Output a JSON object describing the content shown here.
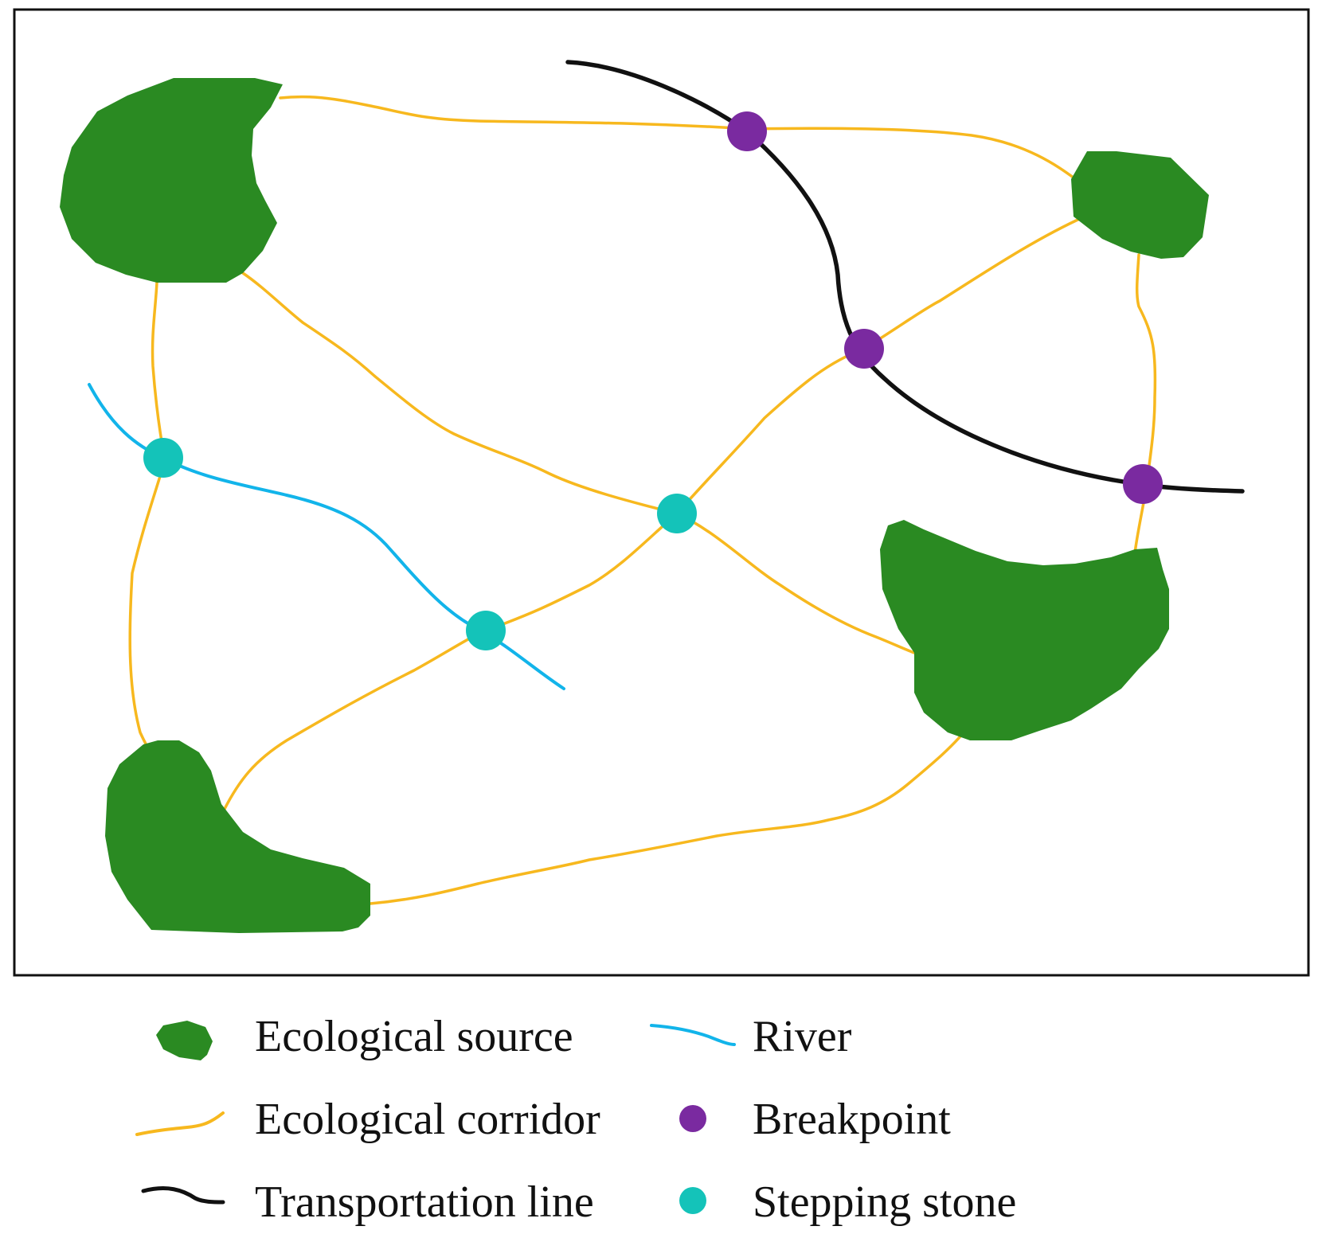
{
  "colors": {
    "source": "#2a8a22",
    "corridor": "#f7b81e",
    "transport": "#111111",
    "river": "#12b4ea",
    "breakpoint": "#7a2aa0",
    "stepping_stone": "#14c3b9",
    "frame": "#111111",
    "background": "#ffffff"
  },
  "legend": {
    "ecological_source": "Ecological source",
    "ecological_corridor": "Ecological corridor",
    "transportation_line": "Transportation line",
    "river": "River",
    "breakpoint": "Breakpoint",
    "stepping_stone": "Stepping stone"
  },
  "icons": {
    "source": "green-patch-icon",
    "corridor": "yellow-line-icon",
    "transport": "black-line-icon",
    "river": "blue-line-icon",
    "breakpoint": "purple-dot-icon",
    "stepping_stone": "teal-dot-icon"
  }
}
